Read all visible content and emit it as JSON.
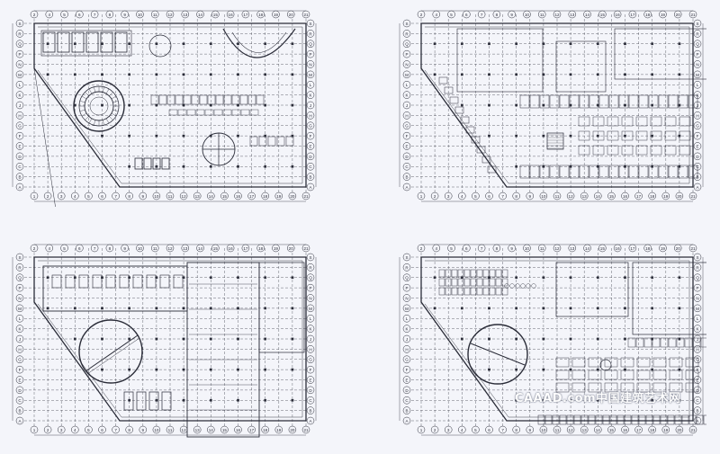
{
  "drawing": {
    "line_color": "#2a2c38",
    "paper_color": "#f4f5fa",
    "plans": [
      {
        "name": "plan-ground-floor",
        "position": "top-left",
        "top_axes": [
          "2",
          "4",
          "5",
          "6",
          "7",
          "8",
          "9",
          "10",
          "11",
          "12",
          "13",
          "14",
          "15",
          "16",
          "17",
          "18",
          "19",
          "20",
          "21"
        ],
        "bottom_axes": [
          "1",
          "2",
          "3",
          "4",
          "5",
          "6",
          "7",
          "8",
          "9",
          "10",
          "11",
          "12",
          "13",
          "14",
          "15",
          "16",
          "17",
          "18",
          "19",
          "20",
          "21"
        ],
        "row_axes": [
          "S",
          "R",
          "Q",
          "P",
          "N",
          "M",
          "L",
          "K",
          "J",
          "H",
          "G",
          "F",
          "E",
          "D",
          "C",
          "B",
          "A"
        ]
      },
      {
        "name": "plan-upper-floor-right",
        "position": "top-right",
        "top_axes": [
          "2",
          "4",
          "5",
          "6",
          "7",
          "8",
          "9",
          "10",
          "11",
          "12",
          "13",
          "14",
          "15",
          "16",
          "17",
          "18",
          "19",
          "20",
          "21"
        ],
        "bottom_axes": [
          "1",
          "2",
          "3",
          "4",
          "5",
          "6",
          "7",
          "8",
          "9",
          "10",
          "11",
          "12",
          "13",
          "14",
          "15",
          "16",
          "17",
          "18",
          "19",
          "20",
          "21"
        ],
        "row_axes": [
          "S",
          "R",
          "Q",
          "P",
          "N",
          "M",
          "L",
          "K",
          "J",
          "H",
          "G",
          "F",
          "E",
          "D",
          "C",
          "B",
          "A"
        ]
      },
      {
        "name": "plan-basement",
        "position": "bottom-left",
        "top_axes": [
          "2",
          "4",
          "5",
          "6",
          "7",
          "8",
          "9",
          "10",
          "11",
          "12",
          "13",
          "14",
          "15",
          "16",
          "17",
          "18",
          "19",
          "20",
          "21"
        ],
        "bottom_axes": [
          "1",
          "2",
          "3",
          "4",
          "5",
          "6",
          "7",
          "8",
          "9",
          "10",
          "11",
          "12",
          "13",
          "14",
          "15",
          "16",
          "17",
          "18",
          "19",
          "20",
          "21"
        ],
        "row_axes": [
          "S",
          "R",
          "Q",
          "P",
          "N",
          "M",
          "L",
          "K",
          "J",
          "H",
          "G",
          "F",
          "E",
          "D",
          "C",
          "B",
          "A"
        ]
      },
      {
        "name": "plan-second-floor",
        "position": "bottom-right",
        "top_axes": [
          "2",
          "4",
          "5",
          "6",
          "7",
          "8",
          "9",
          "10",
          "11",
          "12",
          "13",
          "14",
          "15",
          "16",
          "17",
          "18",
          "19",
          "20",
          "21"
        ],
        "bottom_axes": [
          "1",
          "2",
          "3",
          "4",
          "5",
          "6",
          "7",
          "8",
          "9",
          "10",
          "11",
          "12",
          "13",
          "14",
          "15",
          "16",
          "17",
          "18",
          "19",
          "20",
          "21"
        ],
        "row_axes": [
          "S",
          "R",
          "Q",
          "P",
          "N",
          "M",
          "L",
          "K",
          "J",
          "H",
          "G",
          "F",
          "E",
          "D",
          "C",
          "B",
          "A"
        ]
      }
    ]
  },
  "watermark": {
    "text": "CAAAD.com中国建筑艺术网"
  }
}
